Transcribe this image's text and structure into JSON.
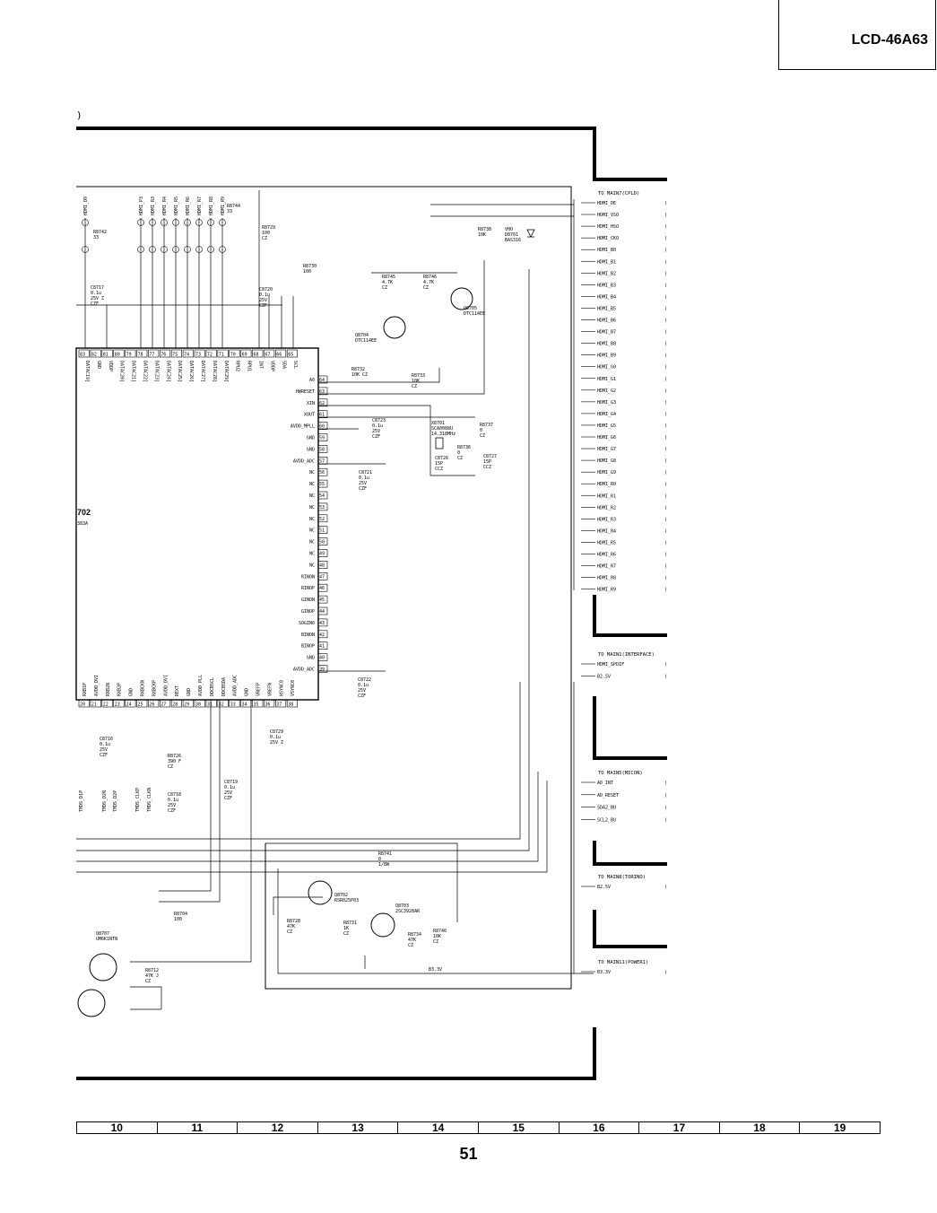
{
  "model": "LCD-46A63",
  "page_number": "51",
  "paren_mark": ")",
  "ic": {
    "ref": "702",
    "part": "383A"
  },
  "grid_columns": [
    "10",
    "11",
    "12",
    "13",
    "14",
    "15",
    "16",
    "17",
    "18",
    "19"
  ],
  "top_pins": [
    {
      "num": "83",
      "name": "DATAC19]"
    },
    {
      "num": "82",
      "name": "GND"
    },
    {
      "num": "81",
      "name": "VDDP"
    },
    {
      "num": "80",
      "name": "DATAC20]"
    },
    {
      "num": "79",
      "name": "DATAC21]"
    },
    {
      "num": "78",
      "name": "DATAC22]"
    },
    {
      "num": "77",
      "name": "DATAC23]"
    },
    {
      "num": "76",
      "name": "DATAC24]"
    },
    {
      "num": "75",
      "name": "DATAC25]"
    },
    {
      "num": "74",
      "name": "DATAC26]"
    },
    {
      "num": "73",
      "name": "DATAC27]"
    },
    {
      "num": "72",
      "name": "DATAC28]"
    },
    {
      "num": "71",
      "name": "DATAC29]"
    },
    {
      "num": "70",
      "name": "RPU2"
    },
    {
      "num": "69",
      "name": "RPU1"
    },
    {
      "num": "68",
      "name": "INT"
    },
    {
      "num": "67",
      "name": "VDDP"
    },
    {
      "num": "66",
      "name": "SDA"
    },
    {
      "num": "65",
      "name": "SCL"
    }
  ],
  "right_pins": [
    {
      "num": "64",
      "name": "A0"
    },
    {
      "num": "63",
      "name": "HWRESET"
    },
    {
      "num": "62",
      "name": "XIN"
    },
    {
      "num": "61",
      "name": "XOUT"
    },
    {
      "num": "60",
      "name": "AVDD_MPLL"
    },
    {
      "num": "59",
      "name": "GND"
    },
    {
      "num": "58",
      "name": "GND"
    },
    {
      "num": "57",
      "name": "AVDD_ADC"
    },
    {
      "num": "56",
      "name": "NC"
    },
    {
      "num": "55",
      "name": "NC"
    },
    {
      "num": "54",
      "name": "NC"
    },
    {
      "num": "53",
      "name": "NC"
    },
    {
      "num": "52",
      "name": "NC"
    },
    {
      "num": "51",
      "name": "NC"
    },
    {
      "num": "50",
      "name": "NC"
    },
    {
      "num": "49",
      "name": "NC"
    },
    {
      "num": "48",
      "name": "NC"
    },
    {
      "num": "47",
      "name": "RINON"
    },
    {
      "num": "46",
      "name": "RINOP"
    },
    {
      "num": "45",
      "name": "GINON"
    },
    {
      "num": "44",
      "name": "GINOP"
    },
    {
      "num": "43",
      "name": "SOGIN0"
    },
    {
      "num": "42",
      "name": "BINON"
    },
    {
      "num": "41",
      "name": "BINOP"
    },
    {
      "num": "40",
      "name": "GND"
    },
    {
      "num": "39",
      "name": "AVDD_ADC"
    }
  ],
  "bottom_pins": [
    {
      "num": "20",
      "name": "RXB1P"
    },
    {
      "num": "21",
      "name": "AVDD_DVI"
    },
    {
      "num": "22",
      "name": "RXB2N"
    },
    {
      "num": "23",
      "name": "RXB2P"
    },
    {
      "num": "24",
      "name": "GND"
    },
    {
      "num": "25",
      "name": "RXBCKN"
    },
    {
      "num": "26",
      "name": "RXBCKP"
    },
    {
      "num": "27",
      "name": "AVDD_DVI"
    },
    {
      "num": "28",
      "name": "REXT"
    },
    {
      "num": "29",
      "name": "GND"
    },
    {
      "num": "30",
      "name": "AVDD_PLL"
    },
    {
      "num": "31",
      "name": "DDCBSCL"
    },
    {
      "num": "32",
      "name": "DDCBSDA"
    },
    {
      "num": "33",
      "name": "AVDD_ADC"
    },
    {
      "num": "34",
      "name": "GND"
    },
    {
      "num": "35",
      "name": "VREFP"
    },
    {
      "num": "36",
      "name": "VREFN"
    },
    {
      "num": "37",
      "name": "HSYNC0"
    },
    {
      "num": "38",
      "name": "VSYNC0"
    }
  ],
  "top_signals": [
    "HDMI_D9",
    "HDMI_P3",
    "HDMI_R3",
    "HDMI_R4",
    "HDMI_R5",
    "HDMI_R6",
    "HDMI_R7",
    "HDMI_R8",
    "HDMI_R9"
  ],
  "tmds_labels": [
    "TMDS_D1P",
    "TMDS_D2N",
    "TMDS_D2P",
    "TMDS_CLKP",
    "TMDS_CLKN"
  ],
  "connectors": [
    {
      "title": "TO MAIN7(CPLD)",
      "signals": [
        "HDMI_DE",
        "HDMI_VSO",
        "HDMI_HSO",
        "HDMI_CKO",
        "HDMI_B0",
        "HDMI_B1",
        "HDMI_B2",
        "HDMI_B3",
        "HDMI_B4",
        "HDMI_B5",
        "HDMI_B6",
        "HDMI_B7",
        "HDMI_B8",
        "HDMI_B9",
        "HDMI_G0",
        "HDMI_G1",
        "HDMI_G2",
        "HDMI_G3",
        "HDMI_G4",
        "HDMI_G5",
        "HDMI_G6",
        "HDMI_G7",
        "HDMI_G8",
        "HDMI_G9",
        "HDMI_R0",
        "HDMI_R1",
        "HDMI_R2",
        "HDMI_R3",
        "HDMI_R4",
        "HDMI_R5",
        "HDMI_R6",
        "HDMI_R7",
        "HDMI_R8",
        "HDMI_R9"
      ]
    },
    {
      "title": "TO MAIN1(INTERFACE)",
      "signals": [
        "HDMI_SPDIF",
        "B2.5V"
      ]
    },
    {
      "title": "TO MAIN5(MICON)",
      "signals": [
        "AD_INT",
        "AD_RESET",
        "SDA2_BU",
        "SCL2_BU"
      ]
    },
    {
      "title": "TO MAIN8(TORINO)",
      "signals": [
        "B2.5V"
      ]
    },
    {
      "title": "TO MAIN11(POWER1)",
      "signals": [
        "B3.3V"
      ]
    }
  ],
  "components": [
    {
      "ref": "R8742",
      "lines": [
        "R8742",
        "33"
      ]
    },
    {
      "ref": "R8744",
      "lines": [
        "R8744",
        "33"
      ]
    },
    {
      "ref": "R8729",
      "lines": [
        "R8729",
        "100",
        "CZ"
      ]
    },
    {
      "ref": "R8730",
      "lines": [
        "R8730",
        "100"
      ]
    },
    {
      "ref": "C8717",
      "lines": [
        "C8717",
        "0.1u",
        "25V Z",
        "CZF"
      ]
    },
    {
      "ref": "C8720",
      "lines": [
        "C8720",
        "0.1u",
        "25V",
        "CZF"
      ]
    },
    {
      "ref": "R8745",
      "lines": [
        "R8745",
        "4.7K",
        "CZ"
      ]
    },
    {
      "ref": "R8746",
      "lines": [
        "R8746",
        "4.7K",
        "CZ"
      ]
    },
    {
      "ref": "Q8704",
      "lines": [
        "Q8704",
        "DTC114EE"
      ]
    },
    {
      "ref": "Q8705",
      "lines": [
        "Q8705",
        "DTC114EE"
      ]
    },
    {
      "ref": "R8738",
      "lines": [
        "R8738",
        "10K"
      ]
    },
    {
      "ref": "D8701",
      "lines": [
        "VHO",
        "D8701",
        "BAS316"
      ]
    },
    {
      "ref": "R8732",
      "lines": [
        "R8732",
        "10K  CZ"
      ]
    },
    {
      "ref": "R8733",
      "lines": [
        "R8733",
        "10K",
        "CZ"
      ]
    },
    {
      "ref": "C8723",
      "lines": [
        "C8723",
        "0.1u",
        "25V",
        "CZF"
      ]
    },
    {
      "ref": "X8701",
      "lines": [
        "X8701",
        "SCA0088U",
        "14.318MHz"
      ]
    },
    {
      "ref": "R8737",
      "lines": [
        "R8737",
        "0",
        "CZ"
      ]
    },
    {
      "ref": "R8736",
      "lines": [
        "R8736",
        "0",
        "CZ"
      ]
    },
    {
      "ref": "C8726",
      "lines": [
        "C8726",
        "15P",
        "CCZ"
      ]
    },
    {
      "ref": "C8727",
      "lines": [
        "C8727",
        "15P",
        "CCZ"
      ]
    },
    {
      "ref": "C8721",
      "lines": [
        "C8721",
        "0.1u",
        "25V",
        "CZF"
      ]
    },
    {
      "ref": "C8722",
      "lines": [
        "C8722",
        "0.1u",
        "25V",
        "CZF"
      ]
    },
    {
      "ref": "C8729",
      "lines": [
        "C8729",
        "0.1u",
        "25V Z"
      ]
    },
    {
      "ref": "C8716",
      "lines": [
        "C8716",
        "0.1u",
        "25V",
        "CZF"
      ]
    },
    {
      "ref": "R8726",
      "lines": [
        "R8726",
        "390 F",
        "CZ"
      ]
    },
    {
      "ref": "C8718",
      "lines": [
        "C8718",
        "0.1u",
        "25V",
        "CZF"
      ]
    },
    {
      "ref": "C8719",
      "lines": [
        "C8719",
        "0.1u",
        "25V",
        "CZF"
      ]
    },
    {
      "ref": "R8741",
      "lines": [
        "R8741",
        "0",
        "1/8W"
      ]
    },
    {
      "ref": "Q8702",
      "lines": [
        "Q8702",
        "RSR025P03"
      ]
    },
    {
      "ref": "Q8703",
      "lines": [
        "Q8703",
        "2SC3928AR"
      ]
    },
    {
      "ref": "R8728",
      "lines": [
        "R8728",
        "47K",
        "CZ"
      ]
    },
    {
      "ref": "R8731",
      "lines": [
        "R8731",
        "1K",
        "CZ"
      ]
    },
    {
      "ref": "R8734",
      "lines": [
        "R8734",
        "47K",
        "CZ"
      ]
    },
    {
      "ref": "R8740",
      "lines": [
        "R8740",
        "10K",
        "CZ"
      ]
    },
    {
      "ref": "R8704",
      "lines": [
        "R8704",
        "100"
      ]
    },
    {
      "ref": "Q8707",
      "lines": [
        "Q8707",
        "UM6K1NTN"
      ]
    },
    {
      "ref": "R8712",
      "lines": [
        "R8712",
        "47K J",
        "CZ"
      ]
    }
  ],
  "b33_net": "B3.3V"
}
